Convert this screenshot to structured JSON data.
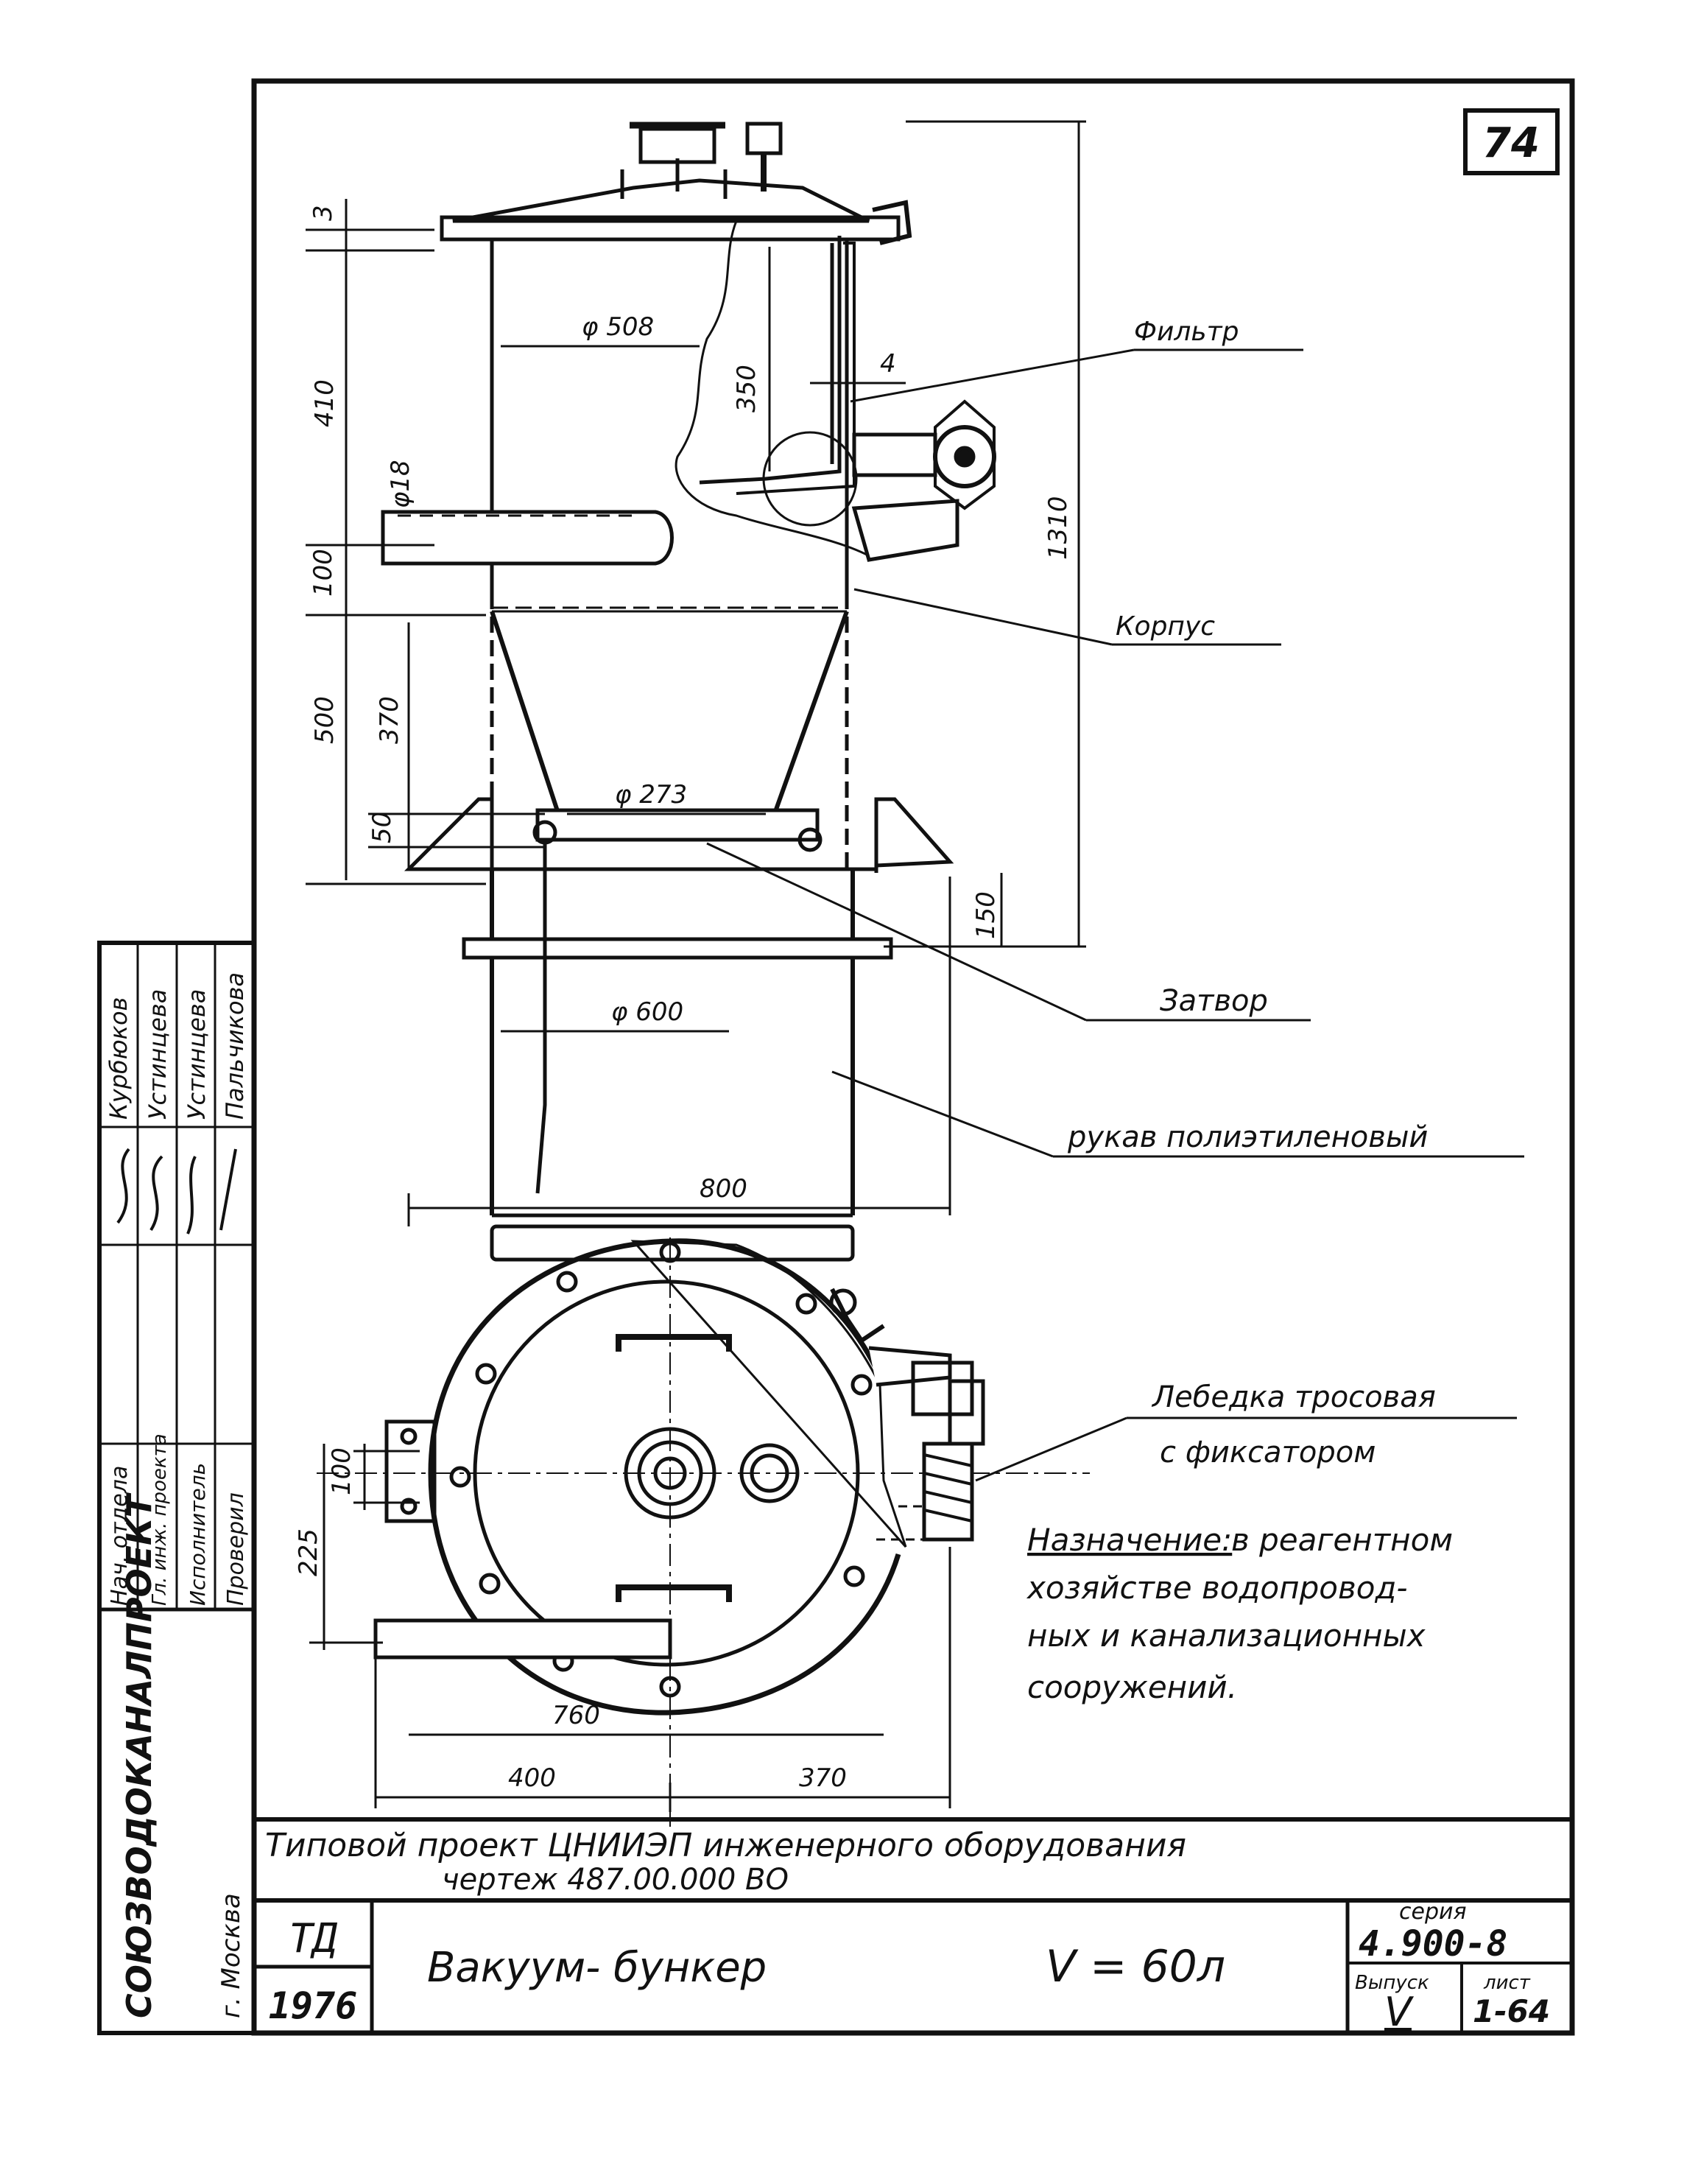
{
  "sheet": {
    "page_number": "74",
    "ink_color": "#111111",
    "paper_color": "#ffffff"
  },
  "front_view": {
    "dims": {
      "cap": "3",
      "upper_height": "410",
      "inlet_dia": "φ18",
      "inlet_h": "100",
      "cone_total": "500",
      "cone_h": "370",
      "flange": "50",
      "body_dia": "φ 508",
      "filter_h": "350",
      "gap": "4",
      "total_h": "1310",
      "gate_dia": "φ 273",
      "h150": "150",
      "sleeve_dia": "φ 600",
      "width": "800"
    },
    "callouts": {
      "filter": "Фильтр",
      "body": "Корпус",
      "gate": "Затвор",
      "sleeve": "рукав полиэтиленовый"
    }
  },
  "plan_view": {
    "dims": {
      "d100": "100",
      "d225": "225",
      "d760": "760",
      "d400": "400",
      "d370": "370"
    },
    "winch_line1": "Лебедка тросовая",
    "winch_line2": "с фиксатором"
  },
  "purpose": {
    "label": "Назначение:",
    "line1": "в реагентном",
    "line2": "хозяйстве водопровод-",
    "line3": "ных и канализационных",
    "line4": "сооружений."
  },
  "stamp": {
    "org": "СОЮЗВОДОКАНАЛПРОЕКТ",
    "city": "г. Москва",
    "roles": [
      "Нач. отдела",
      "Гл. инж. проекта",
      "Исполнитель",
      "Проверил"
    ],
    "names": [
      "Курбюков",
      "Устинцева",
      "Устинцева",
      "Пальчикова"
    ],
    "project_line1": "Типовой проект ЦНИИЭП инженерного оборудования",
    "project_line2": "чертеж 487.00.000 ВО",
    "code": "ТД",
    "year": "1976",
    "title": "Вакуум- бункер",
    "volume": "V = 60л",
    "series_label": "серия",
    "series": "4.900-8",
    "issue_label": "Выпуск",
    "issue": "V",
    "sheet_label": "лист",
    "sheet_no": "1-64"
  }
}
